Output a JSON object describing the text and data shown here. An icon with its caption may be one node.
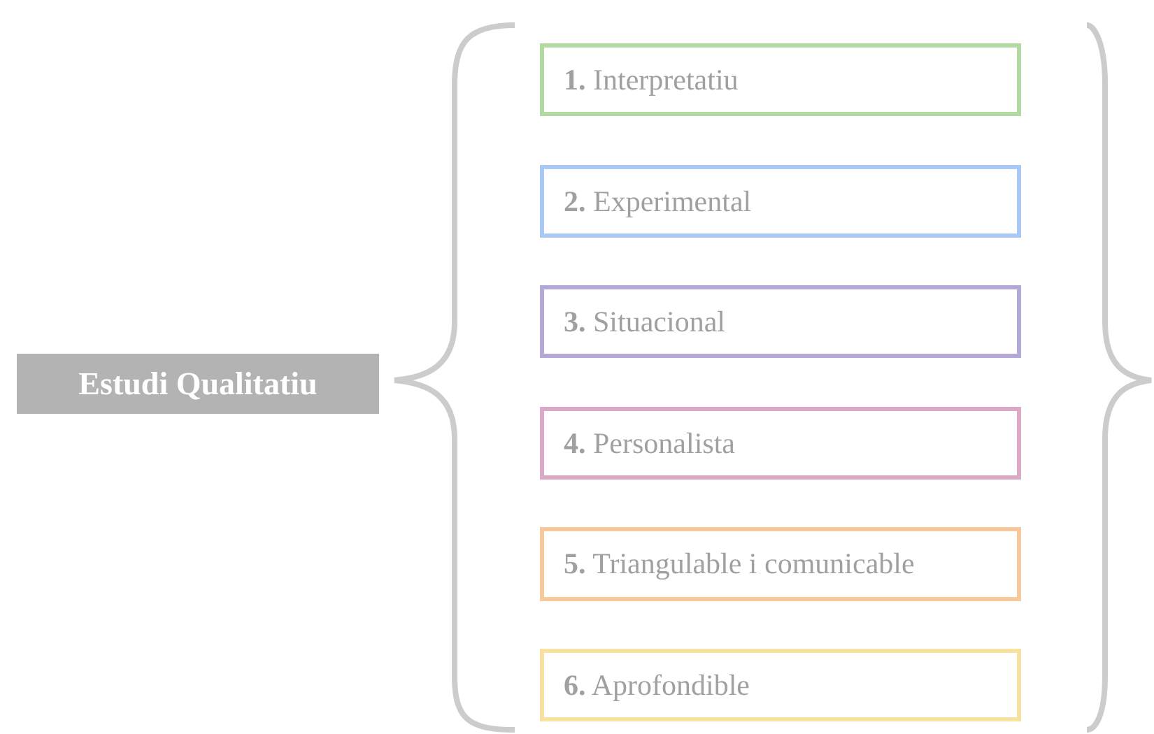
{
  "diagram": {
    "nodes": [
      {
        "text": [
          "Estudi Qualitatiu"
        ]
      },
      {
        "text": [
          "**1.** Interpretatiu"
        ]
      },
      {
        "text": [
          "**2.** Experimental"
        ]
      },
      {
        "text": [
          "**3.** Situacional"
        ]
      },
      {
        "text": [
          "**4.** Personalista"
        ]
      },
      {
        "text": [
          "**5.** Triangulable i comunicable"
        ]
      },
      {
        "text": [
          "**6.** Aprofondible"
        ]
      }
    ]
  }
}
